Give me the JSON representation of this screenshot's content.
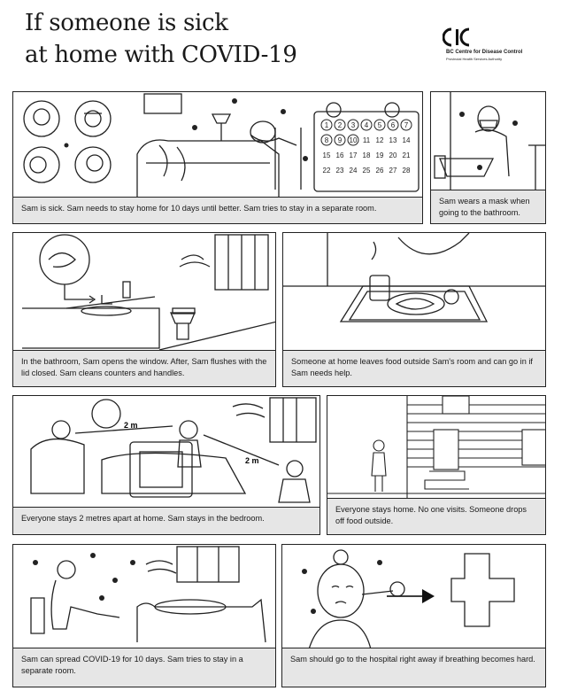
{
  "header": {
    "title_line1": "If someone is sick",
    "title_line2": "at home with COVID-19"
  },
  "logo": {
    "name": "BC Centre for Disease Control",
    "subtitle": "Provincial Health Services Authority"
  },
  "panels": [
    {
      "caption": "Sam is sick. Sam needs to stay home for 10 days until better. Sam tries to stay in a separate room."
    },
    {
      "caption": "Sam wears a mask when going to the bathroom."
    },
    {
      "caption": "In the bathroom, Sam opens the window. After, Sam flushes with the lid closed. Sam cleans counters and handles."
    },
    {
      "caption": "Someone at home leaves food outside Sam's room and can go in if Sam needs help."
    },
    {
      "caption": "Everyone stays 2 metres apart at home. Sam stays in the bedroom."
    },
    {
      "caption": "Everyone stays home. No one visits. Someone drops off food outside."
    },
    {
      "caption": "Sam can spread COVID-19 for 10 days. Sam tries to stay  in a separate room."
    },
    {
      "caption": "Sam should go to the hospital right away if breathing becomes hard."
    }
  ],
  "calendar_days": [
    "1",
    "2",
    "3",
    "4",
    "5",
    "6",
    "7",
    "8",
    "9",
    "10",
    "11",
    "12",
    "13",
    "14",
    "15",
    "16",
    "17",
    "18",
    "19",
    "20",
    "21",
    "22",
    "23",
    "24",
    "25",
    "26",
    "27",
    "28"
  ],
  "distance_labels": {
    "first": "2 m",
    "second": "2 m"
  },
  "icons": [
    "symptom-face-icon",
    "thermometer-face-icon",
    "confused-face-icon",
    "sneezing-face-icon",
    "virus-icon",
    "hand-washing-icon",
    "hospital-cross-icon",
    "arrow-right-icon"
  ]
}
